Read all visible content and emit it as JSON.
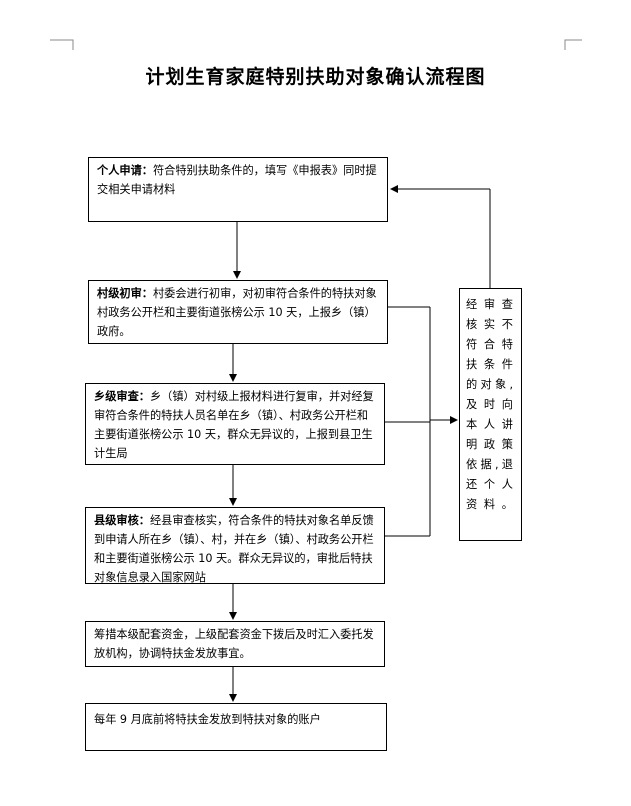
{
  "title": "计划生育家庭特别扶助对象确认流程图",
  "steps": [
    {
      "label": "个人申请：",
      "text": "符合特别扶助条件的，填写《申报表》同时提交相关申请材料"
    },
    {
      "label": "村级初审：",
      "text": "村委会进行初审，对初审符合条件的特扶对象村政务公开栏和主要街道张榜公示 10 天，上报乡（镇）政府。"
    },
    {
      "label": "乡级审查：",
      "text": "乡（镇）对村级上报材料进行复审，并对经复审符合条件的特扶人员名单在乡（镇）、村政务公开栏和主要街道张榜公示 10 天，群众无异议的，上报到县卫生计生局"
    },
    {
      "label": "县级审核：",
      "text": "经县审查核实，符合条件的特扶对象名单反馈到申请人所在乡（镇）、村，并在乡（镇）、村政务公开栏和主要街道张榜公示 10 天。群众无异议的，审批后特扶对象信息录入国家网站"
    },
    {
      "label": "",
      "text": "筹措本级配套资金，上级配套资金下拨后及时汇入委托发放机构，协调特扶金发放事宜。"
    },
    {
      "label": "",
      "text": "每年 9 月底前将特扶金发放到特扶对象的账户"
    }
  ],
  "side_note": {
    "lines": [
      "经审查",
      "核实不",
      "符合特",
      "扶条件",
      "的对象,",
      "及时向",
      "本人讲",
      "明政策",
      "依据,退",
      "还个人",
      "资料。"
    ]
  }
}
